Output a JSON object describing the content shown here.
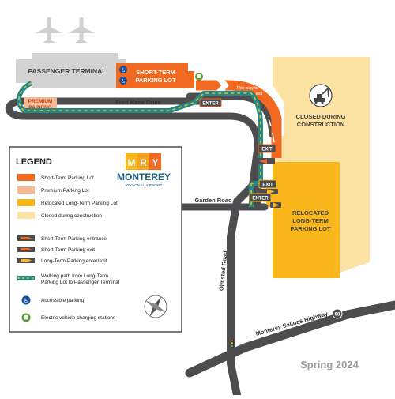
{
  "labels": {
    "passenger_terminal": "PASSENGER TERMINAL",
    "short_term_lot": [
      "SHORT-TERM",
      "PARKING LOT"
    ],
    "premium_parking": [
      "PREMIUM",
      "PARKING"
    ],
    "fred_kane": "Fred Kane Drive",
    "this_way": [
      "This way to",
      "Short-Term exit"
    ],
    "enter_sign": "ENTER",
    "exit_sign": "EXIT",
    "closed_construction": [
      "CLOSED DURING",
      "CONSTRUCTION"
    ],
    "relocated_long_term": [
      "RELOCATED",
      "LONG-TERM",
      "PARKING LOT"
    ],
    "garden_road": "Garden Road",
    "olmsted_road": "Olmsted Road",
    "monterey_salinas_hwy": "Monterey Salinas Highway",
    "hwy_number": "68",
    "season": "Spring 2024"
  },
  "legend": {
    "title": "LEGEND",
    "logo": {
      "letters": [
        "M",
        "R",
        "Y"
      ],
      "name": "MONTEREY",
      "subtitle": "REGIONAL AIRPORT"
    },
    "swatch_items": [
      {
        "label": "Short-Term Parking Lot",
        "color": "#f26a21"
      },
      {
        "label": "Premium Parking Lot",
        "color": "#f7b896"
      },
      {
        "label": "Relocated Long-Term Parking Lot",
        "color": "#f9b71b"
      },
      {
        "label": "Closed during construction",
        "color": "#fde3a3"
      }
    ],
    "arrow_items": [
      {
        "label": "Short-Term Parking entrance",
        "arrow": "#f26a21"
      },
      {
        "label": "Short-Term Parking exit",
        "arrow": "#f26a21"
      },
      {
        "label": "Long-Term Parking enter/exit",
        "arrow": "#f9b71b"
      }
    ],
    "walk_item": [
      "Walking path from Long-Term",
      "Parking Lot to Passenger Terminal"
    ],
    "accessible": "Accessible parking",
    "ev": "Electric vehicle charging stations"
  },
  "colors": {
    "short_term": "#f26a21",
    "premium": "#f7b896",
    "long_term": "#f9b71b",
    "closed": "#fde3a3",
    "road": "#4d4d4f",
    "walk_path": "#1f8a8a",
    "accessible_blue": "#1c4f9c",
    "ev_green": "#5a9a3c"
  }
}
